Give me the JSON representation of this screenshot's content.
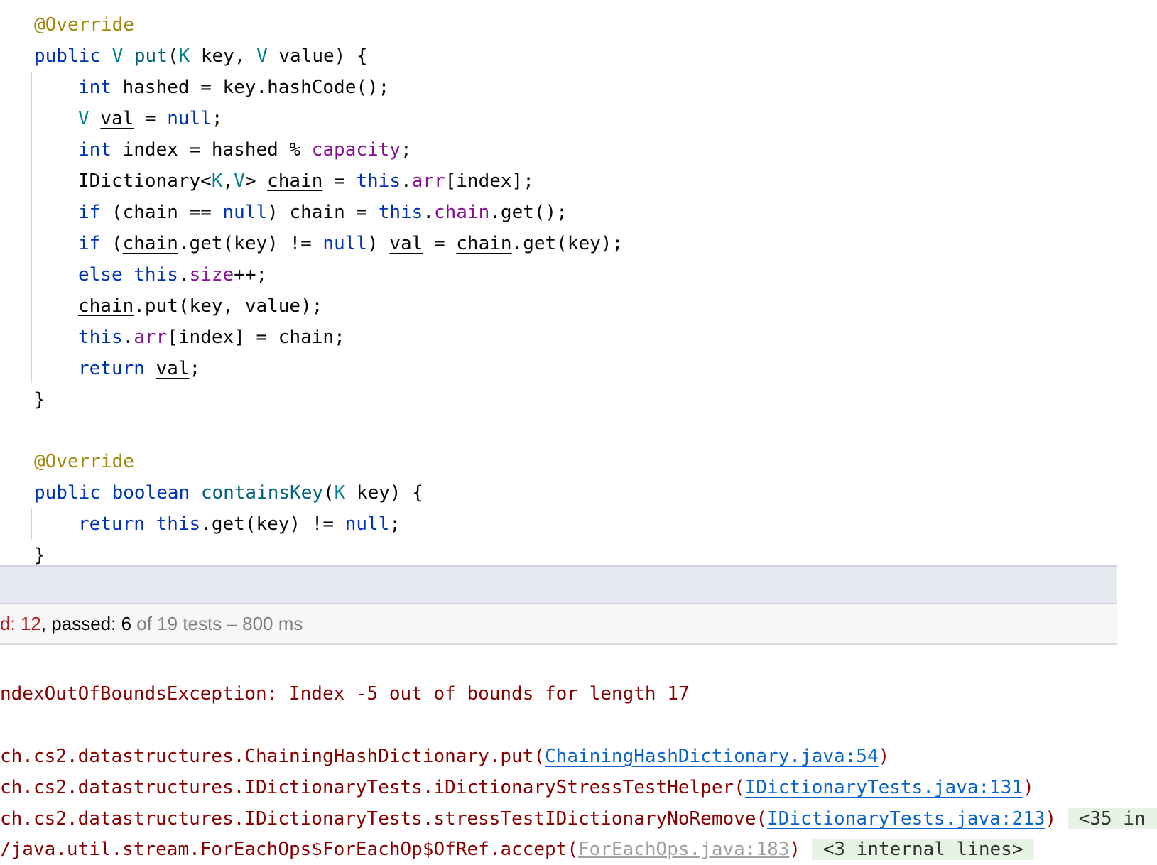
{
  "editor": {
    "put_method": {
      "annotation": "@Override",
      "kw_public": "public",
      "ret_type": "V",
      "method_name": "put",
      "param1_type": "K",
      "param1_name": " key, ",
      "param2_type": "V",
      "param2_tail": " value) {",
      "l1_kw": "int",
      "l1_rest": " hashed = key.hashCode();",
      "l2_type": "V",
      "l2_var": "val",
      "l2_eq": " = ",
      "l2_null": "null",
      "l2_semi": ";",
      "l3_kw": "int",
      "l3_mid": " index = hashed % ",
      "l3_field": "capacity",
      "l3_semi": ";",
      "l4_type": "IDictionary<",
      "l4_k": "K",
      "l4_comma": ",",
      "l4_v": "V",
      "l4_gt": "> ",
      "l4_var": "chain",
      "l4_eq": " = ",
      "l4_this": "this",
      "l4_dot": ".",
      "l4_field": "arr",
      "l4_tail": "[index];",
      "l5_if": "if",
      "l5_open": " (",
      "l5_var": "chain",
      "l5_cmp": " == ",
      "l5_null": "null",
      "l5_close": ") ",
      "l5_var2": "chain",
      "l5_eq": " = ",
      "l5_this": "this",
      "l5_dot": ".",
      "l5_field": "chain",
      "l5_tail": ".get();",
      "l6_if": "if",
      "l6_open": " (",
      "l6_var": "chain",
      "l6_mid": ".get(key) != ",
      "l6_null": "null",
      "l6_close": ") ",
      "l6_var2": "val",
      "l6_eq": " = ",
      "l6_var3": "chain",
      "l6_tail": ".get(key);",
      "l7_else": "else",
      "l7_sp": " ",
      "l7_this": "this",
      "l7_dot": ".",
      "l7_field": "size",
      "l7_tail": "++;",
      "l8_var": "chain",
      "l8_tail": ".put(key, value);",
      "l9_this": "this",
      "l9_dot": ".",
      "l9_field": "arr",
      "l9_mid": "[index] = ",
      "l9_var": "chain",
      "l9_semi": ";",
      "l10_kw": "return",
      "l10_sp": " ",
      "l10_var": "val",
      "l10_semi": ";",
      "close": "}"
    },
    "contains_method": {
      "annotation": "@Override",
      "kw_public": "public",
      "kw_boolean": "boolean",
      "method_name": "containsKey",
      "param_open": "(",
      "param_type": "K",
      "param_tail": " key) {",
      "l1_kw": "return",
      "l1_sp": " ",
      "l1_this": "this",
      "l1_mid": ".get(key) != ",
      "l1_null": "null",
      "l1_semi": ";",
      "close": "}"
    }
  },
  "test_status": {
    "failed_label": "d: 12",
    "passed_label": ", passed: 6",
    "summary": " of 19 tests – 800 ms"
  },
  "console": {
    "exception": "ndexOutOfBoundsException: Index -5 out of bounds for length 17",
    "trace": [
      {
        "prefix": "ch.cs2.datastructures.ChainingHashDictionary.put(",
        "link": "ChainingHashDictionary.java:54",
        "suffix": ")"
      },
      {
        "prefix": "ch.cs2.datastructures.IDictionaryTests.iDictionaryStressTestHelper(",
        "link": "IDictionaryTests.java:131",
        "suffix": ")"
      },
      {
        "prefix": "ch.cs2.datastructures.IDictionaryTests.stressTestIDictionaryNoRemove(",
        "link": "IDictionaryTests.java:213",
        "suffix": ")",
        "folded": "<35 in"
      },
      {
        "prefix": "/java.util.stream.ForEachOps$ForEachOp$OfRef.accept(",
        "link": "ForEachOps.java:183",
        "suffix": ")",
        "folded": "<3 internal lines>"
      }
    ]
  }
}
